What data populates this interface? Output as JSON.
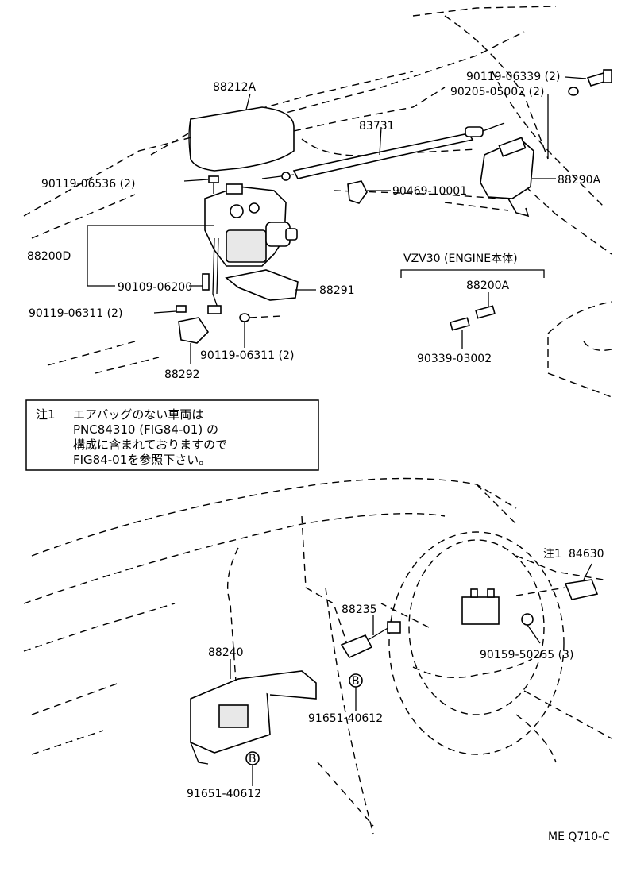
{
  "labels": {
    "p88212A": "88212A",
    "p83731": "83731",
    "p90119_06339": "90119-06339 (2)",
    "p90205_05002": "90205-05002 (2)",
    "p90119_06536": "90119-06536 (2)",
    "p90469_10001": "90469-10001",
    "p88290A": "88290A",
    "p88200D": "88200D",
    "p90109_06200": "90109-06200",
    "p88291": "88291",
    "p90119_06311a": "90119-06311 (2)",
    "p90119_06311b": "90119-06311 (2)",
    "p88292": "88292",
    "vzv30": "VZV30 (ENGINE本体)",
    "p88200A": "88200A",
    "p90339_03002": "90339-03002",
    "note_ref": "注1",
    "p84630": "84630",
    "p88235": "88235",
    "p88240": "88240",
    "p90159_50265": "90159-50265 (3)",
    "p91651_40612a": "91651-40612",
    "p91651_40612b": "91651-40612",
    "marker_b1": "B",
    "marker_b2": "B",
    "figure_code": "ME Q710-C"
  },
  "note": {
    "number": "注1",
    "line1": "エアバッグのない車両は",
    "line2": "PNC84310 (FIG84-01) の",
    "line3": "構成に含まれておりますので",
    "line4": "FIG84-01を参照下さい。"
  }
}
